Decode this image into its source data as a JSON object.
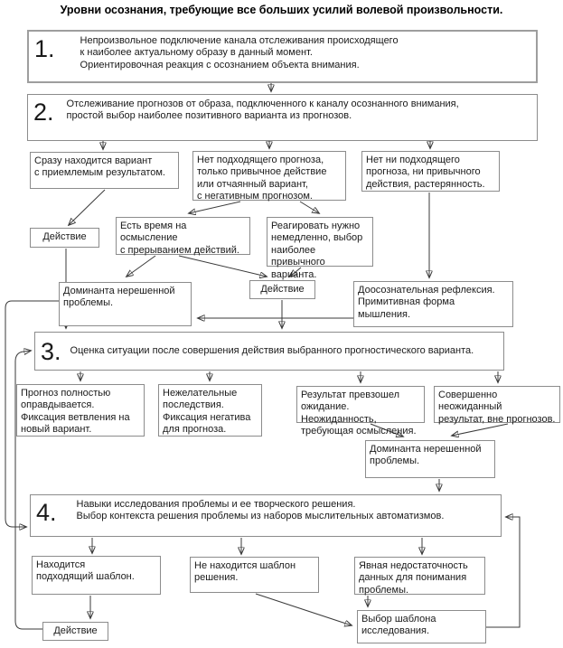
{
  "title": "Уровни осознания, требующие все больших усилий волевой произвольности.",
  "colors": {
    "box_border": "#8c8c8c",
    "level1_border": "#9e9e9e",
    "connector": "#3a3a3a",
    "text": "#1a1a1a"
  },
  "levels": {
    "l1": {
      "num": "1.",
      "text": "Непроизвольное подключение канала отслеживания происходящего\n к наиболее актуальному образу в данный момент.\nОриентировочная реакция с осознанием объекта внимания."
    },
    "l2": {
      "num": "2.",
      "text": "Отслеживание прогнозов от образа, подключенного к каналу осознанного внимания,\nпростой выбор наиболее позитивного варианта из прогнозов."
    },
    "l3": {
      "num": "3.",
      "text": "Оценка ситуации после совершения действия выбранного прогностического варианта."
    },
    "l4": {
      "num": "4.",
      "text": "Навыки исследования проблемы и ее творческого решения.\nВыбор контекста решения проблемы из наборов мыслительных автоматизмов."
    }
  },
  "nodes": {
    "a1": "Сразу находится вариант\nс приемлемым результатом.",
    "a2": "Нет подходящего прогноза,\nтолько привычное действие\nили отчаянный вариант,\nс негативным прогнозом.",
    "a3": "Нет ни подходящего\nпрогноза, ни привычного\nдействия, растерянность.",
    "action1": "Действие",
    "b1": "Есть время на осмысление\nс прерыванием действий.",
    "b2": "Реагировать нужно\nнемедленно, выбор\nнаиболее привычного\nварианта.",
    "dominant1": "Доминанта нерешенной\nпроблемы.",
    "action2": "Действие",
    "reflex": "Доосознательная рефлексия.\nПримитивная форма\nмышления.",
    "d1": "Прогноз полностью\nоправдывается.\nФиксация ветвления на\nновый вариант.",
    "d2": "Нежелательные\nпоследствия.\nФиксация негатива\nдля прогноза.",
    "d3": "Результат превзошел\nожидание. Неожиданность,\nтребующая осмысления.",
    "d4": "Совершенно неожиданный\nрезультат, вне прогнозов.",
    "dominant2": "Доминанта нерешенной\nпроблемы.",
    "e1": "Находится\nподходящий шаблон.",
    "e2": "Не находится шаблон\nрешения.",
    "e3": "Явная недостаточность\nданных для понимания\nпроблемы.",
    "action3": "Действие",
    "choose": "Выбор шаблона\nисследования."
  }
}
